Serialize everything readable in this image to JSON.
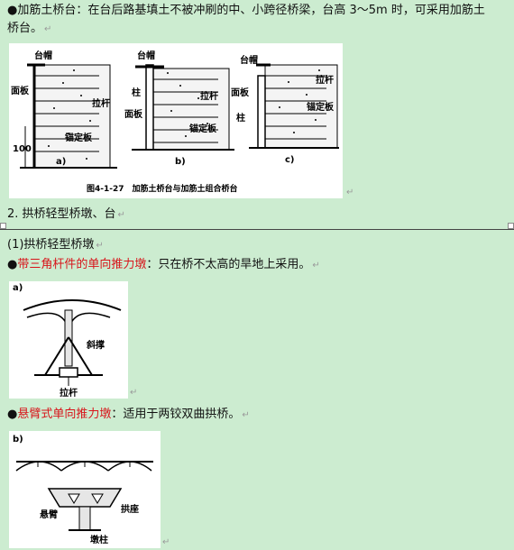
{
  "section1": {
    "line1": "●加筋土桥台：在台后路基填土不被冲刷的中、小跨径桥梁，台高 3～5m 时，可采用加筋土",
    "line2": "桥台。"
  },
  "figure1": {
    "caption": "图4-1-27　加筋土桥台与加筋土组合桥台",
    "panel_a": {
      "label": "a)",
      "cap": "台帽",
      "face": "面板",
      "tie": "拉杆",
      "anchor": "锚定板",
      "height": "100"
    },
    "panel_b": {
      "label": "b)",
      "cap": "台帽",
      "column": "柱",
      "tie": "拉杆",
      "face": "面板",
      "anchor": "锚定板"
    },
    "panel_c": {
      "label": "c)",
      "cap": "台帽",
      "face": "面板",
      "column": "柱",
      "tie": "拉杆",
      "anchor": "锚定板"
    }
  },
  "heading2": "2. 拱桥轻型桥墩、台",
  "heading3": "(1)拱桥轻型桥墩",
  "item1": {
    "bullet": "●",
    "term": "带三角杆件的单向推力墩",
    "text": "：只在桥不太高的旱地上采用。"
  },
  "figure2": {
    "label": "a)",
    "strut": "斜撑",
    "tie": "拉杆"
  },
  "item2": {
    "bullet": "●",
    "term": "悬臂式单向推力墩",
    "text": "：适用于两铰双曲拱桥。"
  },
  "figure3": {
    "label": "b)",
    "cantilever": "悬臂",
    "seat": "拱座",
    "pier": "墩柱"
  },
  "return_mark": "↵"
}
